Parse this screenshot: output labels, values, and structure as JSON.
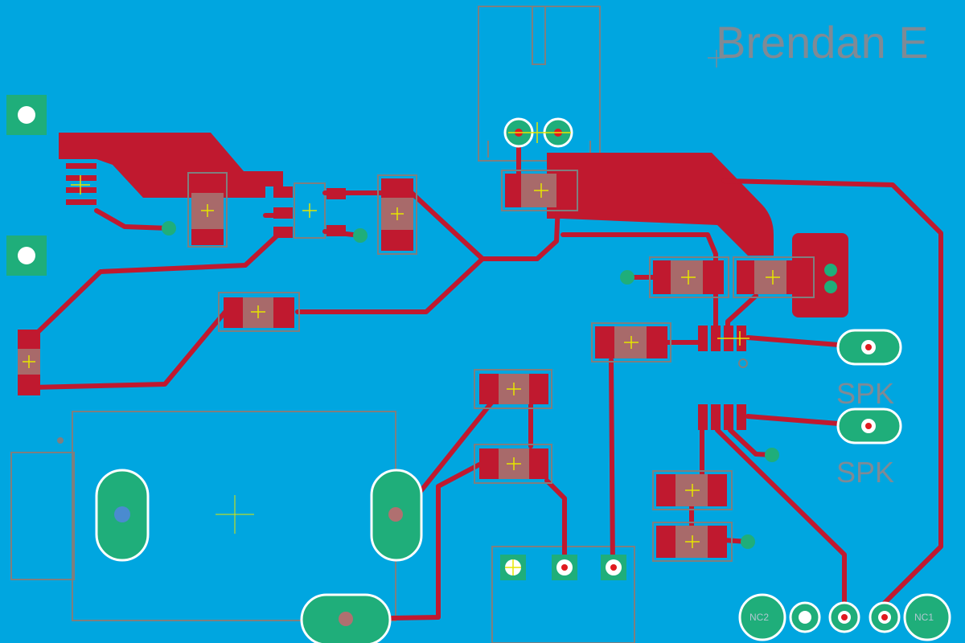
{
  "board": {
    "background": "#00a6e0",
    "copper_color": "#c0192f",
    "pad_color": "#1fae7a",
    "silkscreen_color": "#7f8a95"
  },
  "labels": {
    "author": "Brendan E",
    "speaker_top": "SPK",
    "speaker_bottom": "SPK",
    "pin_nc2": "NC2",
    "pin_nc1": "NC1"
  }
}
